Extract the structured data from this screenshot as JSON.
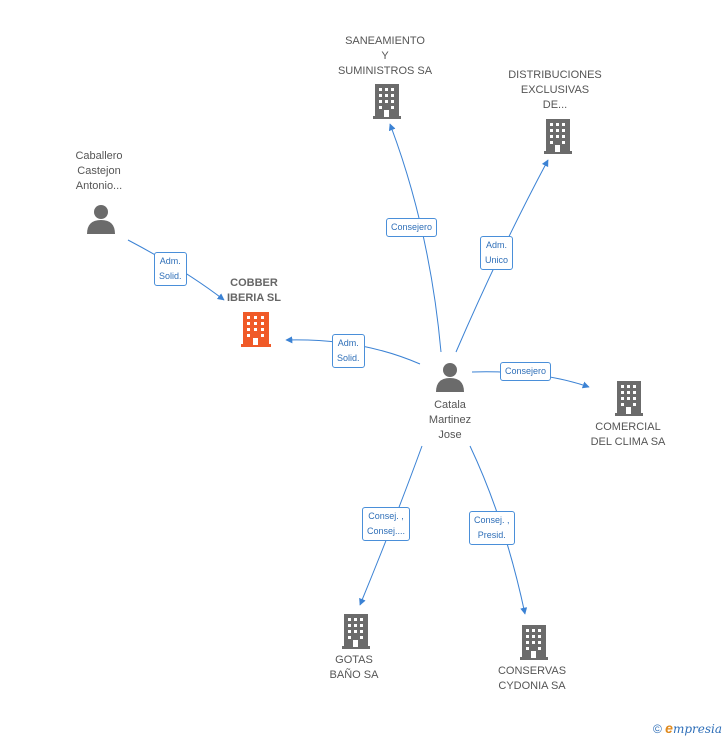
{
  "colors": {
    "edge": "#3b82d4",
    "building": "#6b6b6b",
    "building_main": "#f05a28",
    "person": "#6b6b6b",
    "label_border": "#4a8fd9"
  },
  "nodes": {
    "saneamiento": {
      "lines": [
        "SANEAMIENTO",
        "Y",
        "SUMINISTROS SA"
      ],
      "icon": "building-icon"
    },
    "distribuciones": {
      "lines": [
        "DISTRIBUCIONES",
        "EXCLUSIVAS",
        "DE..."
      ],
      "icon": "building-icon"
    },
    "caballero": {
      "lines": [
        "Caballero",
        "Castejon",
        "Antonio..."
      ],
      "icon": "person-icon"
    },
    "cobber": {
      "lines": [
        "COBBER",
        "IBERIA SL"
      ],
      "icon": "building-icon"
    },
    "catala": {
      "lines": [
        "Catala",
        "Martinez",
        "Jose"
      ],
      "icon": "person-icon"
    },
    "comercial": {
      "lines": [
        "COMERCIAL",
        "DEL CLIMA SA"
      ],
      "icon": "building-icon"
    },
    "gotas": {
      "lines": [
        "GOTAS",
        "BAÑO SA"
      ],
      "icon": "building-icon"
    },
    "conservas": {
      "lines": [
        "CONSERVAS",
        "CYDONIA SA"
      ],
      "icon": "building-icon"
    }
  },
  "edges": {
    "catala_saneamiento": [
      "Consejero"
    ],
    "catala_distribuciones": [
      "Adm.",
      "Unico"
    ],
    "caballero_cobber": [
      "Adm.",
      "Solid."
    ],
    "catala_cobber": [
      "Adm.",
      "Solid."
    ],
    "catala_comercial": [
      "Consejero"
    ],
    "catala_gotas": [
      "Consej. ,",
      "Consej...."
    ],
    "catala_conservas": [
      "Consej. ,",
      "Presid."
    ]
  },
  "footer": {
    "copyright": "©",
    "brand_e": "e",
    "brand_rest": "mpresia"
  }
}
